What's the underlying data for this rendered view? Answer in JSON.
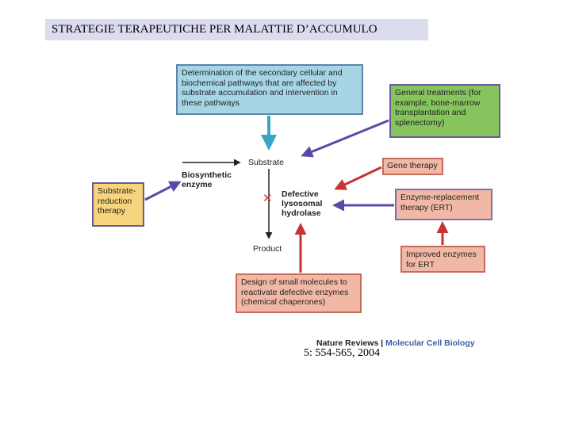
{
  "slide": {
    "title": "STRATEGIE TERAPEUTICHE PER MALATTIE D’ACCUMULO",
    "reference": "5: 554-565, 2004"
  },
  "diagram": {
    "boxes": {
      "secondary_pathways": "Determination of the secondary cellular and\nbiochemical pathways that are affected by\nsubstrate accumulation and intervention in\nthese pathways",
      "general_treatments": "General treatments (for\nexample, bone-marrow\ntransplantation and\nsplenectomy)",
      "substrate_reduction": "Substrate-\nreduction\ntherapy",
      "gene_therapy": "Gene therapy",
      "ert": "Enzyme-replacement\ntherapy (ERT)",
      "improved_enzymes": "Improved enzymes\nfor ERT",
      "chaperones": "Design of small molecules to\nreactivate defective enzymes\n(chemical chaperones)"
    },
    "labels": {
      "substrate": "Substrate",
      "product": "Product",
      "biosynthetic_enzyme": "Biosynthetic\nenzyme",
      "defective_hydrolase": "Defective\nlysosomal\nhydrolase",
      "block_mark": "✕"
    },
    "colors": {
      "blue_arrow": "#3aa6c6",
      "purple_arrow": "#5a4aa8",
      "red_arrow": "#c83232",
      "black_arrow": "#222222"
    }
  },
  "citation": {
    "journal": "Nature Reviews",
    "separator": "|",
    "section": "Molecular Cell Biology"
  }
}
